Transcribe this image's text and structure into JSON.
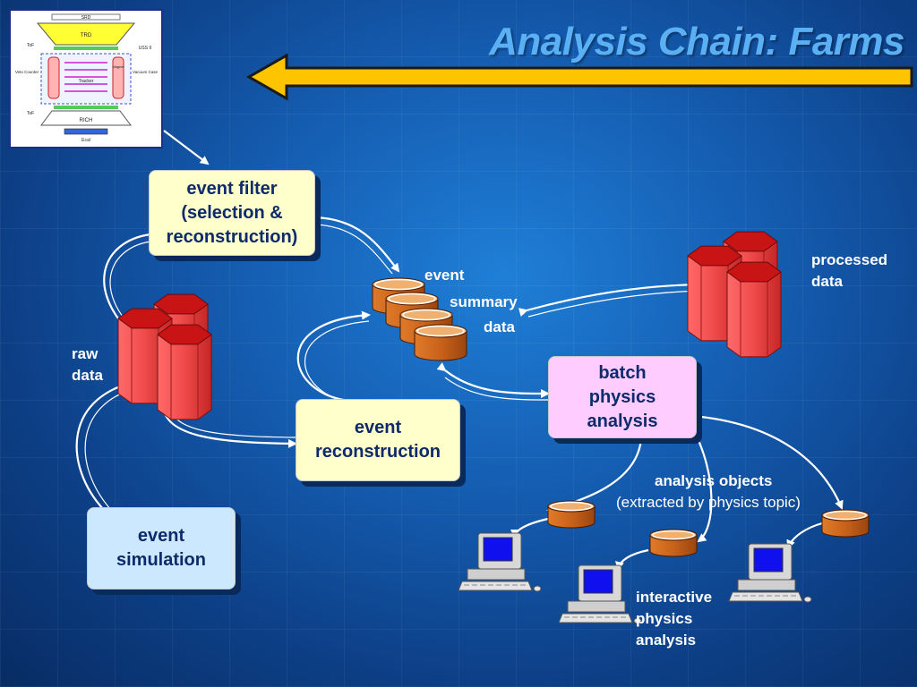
{
  "slide": {
    "title": "Analysis Chain: Farms",
    "colors": {
      "accent_title": "#5ab0f2",
      "arrow_yellow": "#ffc400",
      "hex_red": "#e03030",
      "disk_orange": "#c8621a"
    }
  },
  "detector": {
    "labels": {
      "srd": "SRD",
      "trd": "TRD",
      "uss": "USS II",
      "tof_top": "ToF",
      "veto": "Veto Counter",
      "tracker": "Tracker",
      "magnet": "Magnet",
      "vacuum": "Vacuum Case",
      "tof_bottom": "ToF",
      "rich": "RICH",
      "ecal": "Ecal"
    }
  },
  "boxes": {
    "event_filter": "event filter\n(selection &\nreconstruction)",
    "event_reconstruction": "event\nreconstruction",
    "event_simulation": "event\nsimulation",
    "batch_analysis": "batch\nphysics\nanalysis"
  },
  "labels": {
    "raw_data": "raw\ndata",
    "esd_event": "event",
    "esd_summary": "summary",
    "esd_data": "data",
    "processed_data": "processed\ndata",
    "analysis_objects": "analysis objects",
    "analysis_objects_sub": "(extracted by physics topic)",
    "interactive": "interactive\nphysics\nanalysis"
  }
}
